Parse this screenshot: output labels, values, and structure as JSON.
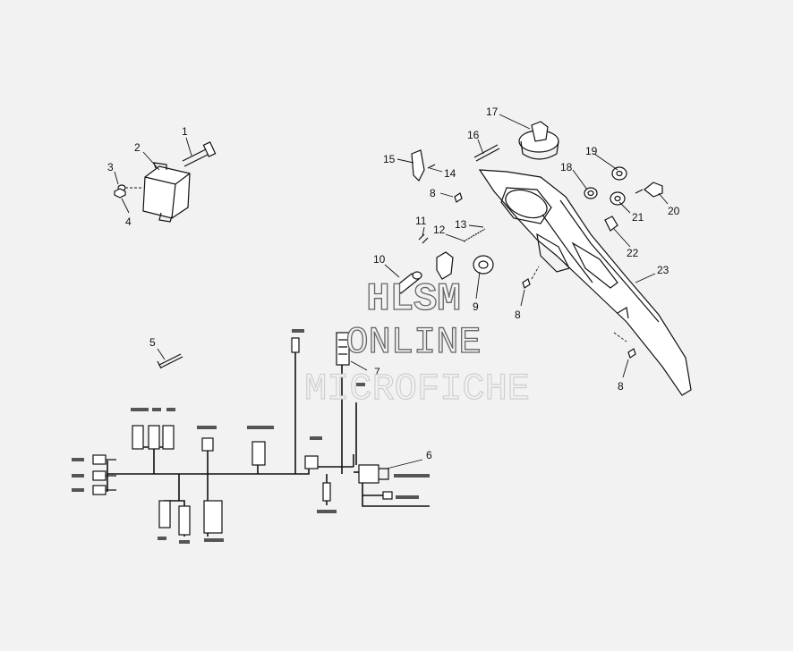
{
  "callouts": [
    {
      "label": "1"
    },
    {
      "label": "2"
    },
    {
      "label": "3"
    },
    {
      "label": "4"
    },
    {
      "label": "5"
    },
    {
      "label": "6"
    },
    {
      "label": "7"
    },
    {
      "label": "8"
    },
    {
      "label": "8"
    },
    {
      "label": "8"
    },
    {
      "label": "9"
    },
    {
      "label": "10"
    },
    {
      "label": "11"
    },
    {
      "label": "12"
    },
    {
      "label": "13"
    },
    {
      "label": "14"
    },
    {
      "label": "15"
    },
    {
      "label": "16"
    },
    {
      "label": "17"
    },
    {
      "label": "18"
    },
    {
      "label": "19"
    },
    {
      "label": "20"
    },
    {
      "label": "21"
    },
    {
      "label": "22"
    },
    {
      "label": "23"
    }
  ],
  "watermark": {
    "line1": "HLSM",
    "line2": "ONLINE",
    "line3": "MICROFICHE"
  },
  "colors": {
    "background": "#f2f2f2",
    "ink": "#111111",
    "watermark_outline": "#666666"
  }
}
